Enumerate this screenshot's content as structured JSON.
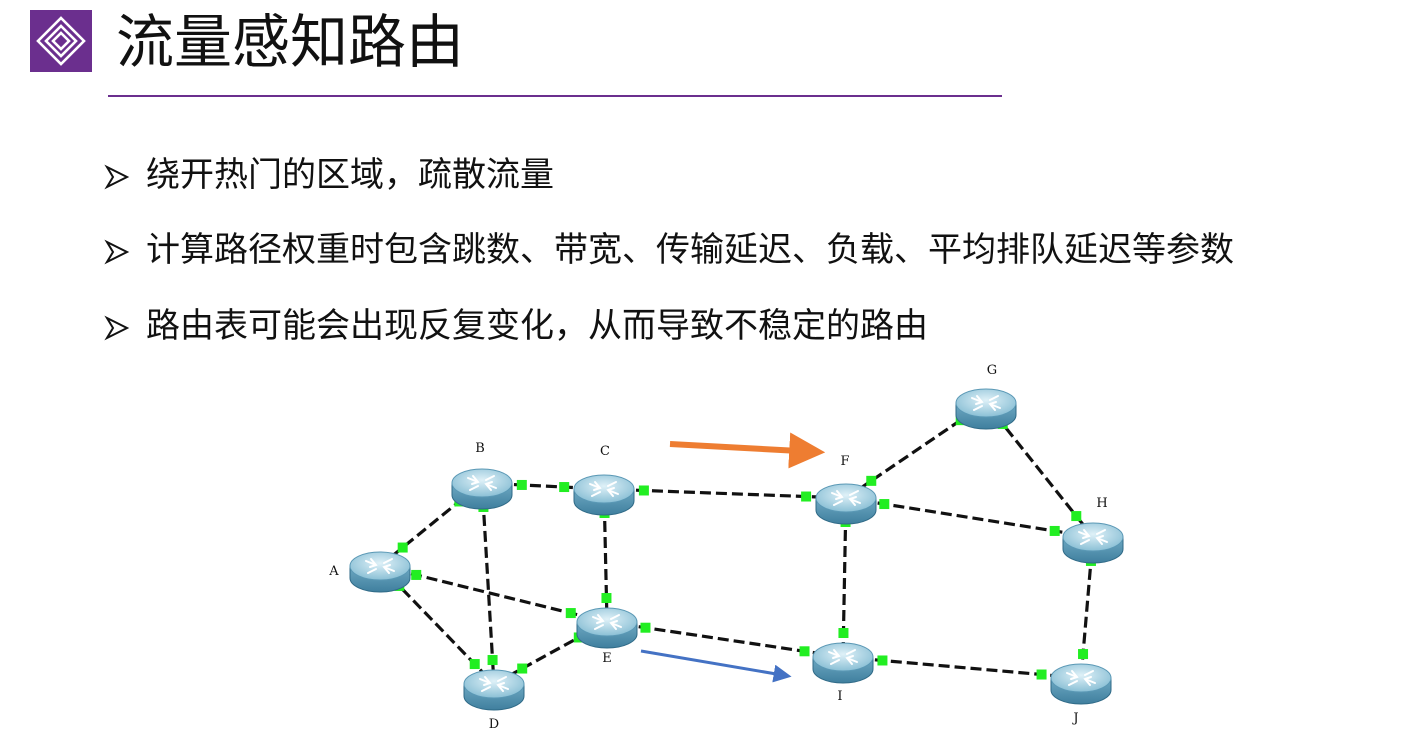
{
  "slide": {
    "title": "流量感知路由",
    "logo_icon": "layered-diamond-icon",
    "accent_color": "#6b2f8e"
  },
  "bullets": [
    {
      "icon": "arrowhead-bullet-icon",
      "text": "绕开热门的区域，疏散流量"
    },
    {
      "icon": "arrowhead-bullet-icon",
      "text": "计算路径权重时包含跳数、带宽、传输延迟、负载、平均排队延迟等参数"
    },
    {
      "icon": "arrowhead-bullet-icon",
      "text": "路由表可能会出现反复变化，从而导致不稳定的路由"
    }
  ],
  "network": {
    "node_icon": "router-icon",
    "nodes": [
      "A",
      "B",
      "C",
      "D",
      "E",
      "F",
      "G",
      "H",
      "I",
      "J"
    ],
    "links": [
      [
        "A",
        "B"
      ],
      [
        "A",
        "D"
      ],
      [
        "A",
        "E"
      ],
      [
        "B",
        "C"
      ],
      [
        "B",
        "D"
      ],
      [
        "C",
        "E"
      ],
      [
        "C",
        "F"
      ],
      [
        "D",
        "E"
      ],
      [
        "E",
        "I"
      ],
      [
        "F",
        "G"
      ],
      [
        "F",
        "H"
      ],
      [
        "F",
        "I"
      ],
      [
        "G",
        "H"
      ],
      [
        "H",
        "J"
      ],
      [
        "I",
        "J"
      ]
    ],
    "link_style": "dashed",
    "port_status_color": "#22ee22",
    "arrows": [
      {
        "color": "#ee7d31",
        "from": "C",
        "to": "F"
      },
      {
        "color": "#4472c4",
        "from": "E",
        "to": "I"
      }
    ]
  }
}
